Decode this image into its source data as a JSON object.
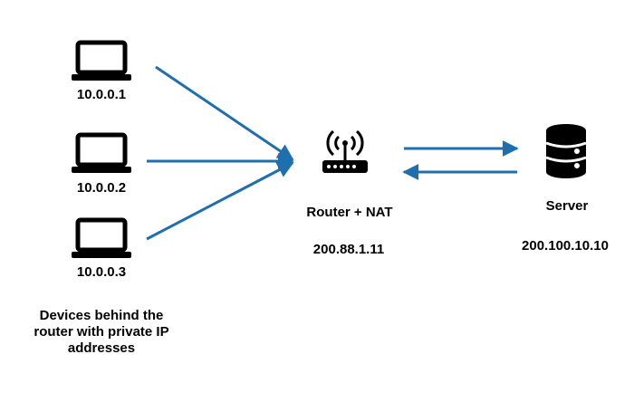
{
  "colors": {
    "arrow": "#1f6fae",
    "icon": "#000000",
    "background": "#ffffff"
  },
  "devices": [
    {
      "ip": "10.0.0.1",
      "icon": "laptop-icon"
    },
    {
      "ip": "10.0.0.2",
      "icon": "laptop-icon"
    },
    {
      "ip": "10.0.0.3",
      "icon": "laptop-icon"
    }
  ],
  "router": {
    "label": "Router + NAT",
    "ip": "200.88.1.11",
    "icon": "wifi-router-icon"
  },
  "server": {
    "label": "Server",
    "ip": "200.100.10.10",
    "icon": "database-server-icon"
  },
  "caption_lines": [
    "Devices behind the",
    "router with private IP",
    "addresses"
  ]
}
